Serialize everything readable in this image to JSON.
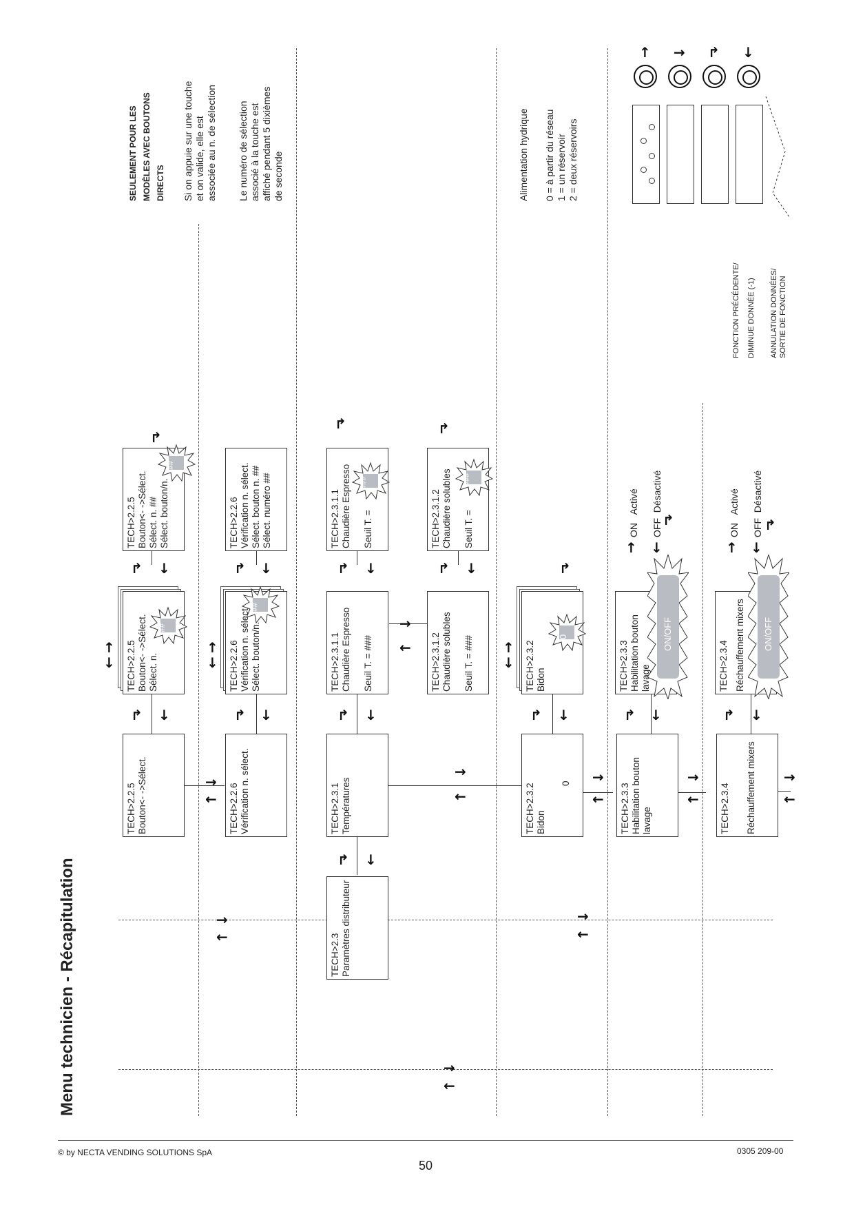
{
  "page": {
    "title": "Menu technicien - Récapitulation",
    "copyright": "© by NECTA VENDING SOLUTIONS SpA",
    "page_number": "50",
    "doc_code": "0305 209-00"
  },
  "notes": {
    "direct_buttons_heading_1": "SEULEMENT POUR LES",
    "direct_buttons_heading_2": "MODÈLES AVEC BOUTONS",
    "direct_buttons_heading_3": "DIRECTS",
    "direct_buttons_p1_1": "Si on appuie sur une touche",
    "direct_buttons_p1_2": "et on valide, elle est",
    "direct_buttons_p1_3": "associée au n. de sélection",
    "direct_buttons_p2_1": "Le numéro de sélection",
    "direct_buttons_p2_2": "associé à la touche est",
    "direct_buttons_p2_3": "affiché pendant 5 dixièmes",
    "direct_buttons_p2_4": "de seconde",
    "water_title": "Alimentation hydrique",
    "water_0": "0 = à partir du réseau",
    "water_1": "1 = un réservoir",
    "water_2": "2 = deux réservoirs",
    "legend_prev_1": "FONCTION PRÉCÉDENTE/",
    "legend_prev_2": "DIMINUE DONNÉE (-1)",
    "legend_cancel_1": "ANNULATION DONNÉES/",
    "legend_cancel_2": "SORTIE DE FONCTION"
  },
  "boxes": {
    "b225a": [
      "TECH>2.2.5",
      "Bouton<- ->Sélect."
    ],
    "b225b": [
      "TECH>2.2.5",
      "Bouton<- ->Sélect.",
      "Sélect. n."
    ],
    "b225c": [
      "TECH>2.2.5",
      "Bouton<- ->Sélect.",
      "Sélect. n. ##",
      "Sélect. bouton/n."
    ],
    "b226a": [
      "TECH>2.2.6",
      "Vérification n. sélect."
    ],
    "b226b": [
      "TECH>2.2.6",
      "Vérification n. sélect.",
      "Sélect. bouton/n."
    ],
    "b226c": [
      "TECH>2.2.6",
      "Vérification n. sélect.",
      "Sélect. bouton n. ##",
      "Sélect. numéro ##"
    ],
    "b23": [
      "TECH>2.3",
      "Paramètres distributeur"
    ],
    "b231": [
      "TECH>2.3.1",
      "Températures"
    ],
    "b2311a": [
      "TECH>2.3.1.1",
      "Chaudière Espresso",
      "",
      "Seuil T. = ###"
    ],
    "b2311b": [
      "TECH>2.3.1.1",
      "Chaudière Espresso",
      "",
      "Seuil T. ="
    ],
    "b2312a": [
      "TECH>2.3.1.2",
      "Chaudière solubles",
      "",
      "Seuil T. = ###"
    ],
    "b2312b": [
      "TECH>2.3.1.2",
      "Chaudière solubles",
      "",
      "Seuil T. ="
    ],
    "b232a": [
      "TECH>2.3.2",
      "Bidon",
      "",
      "0"
    ],
    "b232b": [
      "TECH>2.3.2",
      "Bidon"
    ],
    "b233a": [
      "TECH>2.3.3",
      "Habilitation bouton",
      "lavage"
    ],
    "b233b": [
      "TECH>2.3.3",
      "Habilitation bouton",
      "lavage"
    ],
    "b234a": [
      "TECH>2.3.4",
      "",
      "Réchauffement mixers"
    ],
    "b234b": [
      "TECH>2.3.4",
      "",
      "Réchauffement mixers"
    ]
  },
  "values": {
    "hash2": "##",
    "hash3": "###",
    "zero": "0",
    "onoff": "ON/OFF",
    "on": "ON",
    "off": "OFF",
    "active": "Activé",
    "inactive": "Désactivé"
  }
}
